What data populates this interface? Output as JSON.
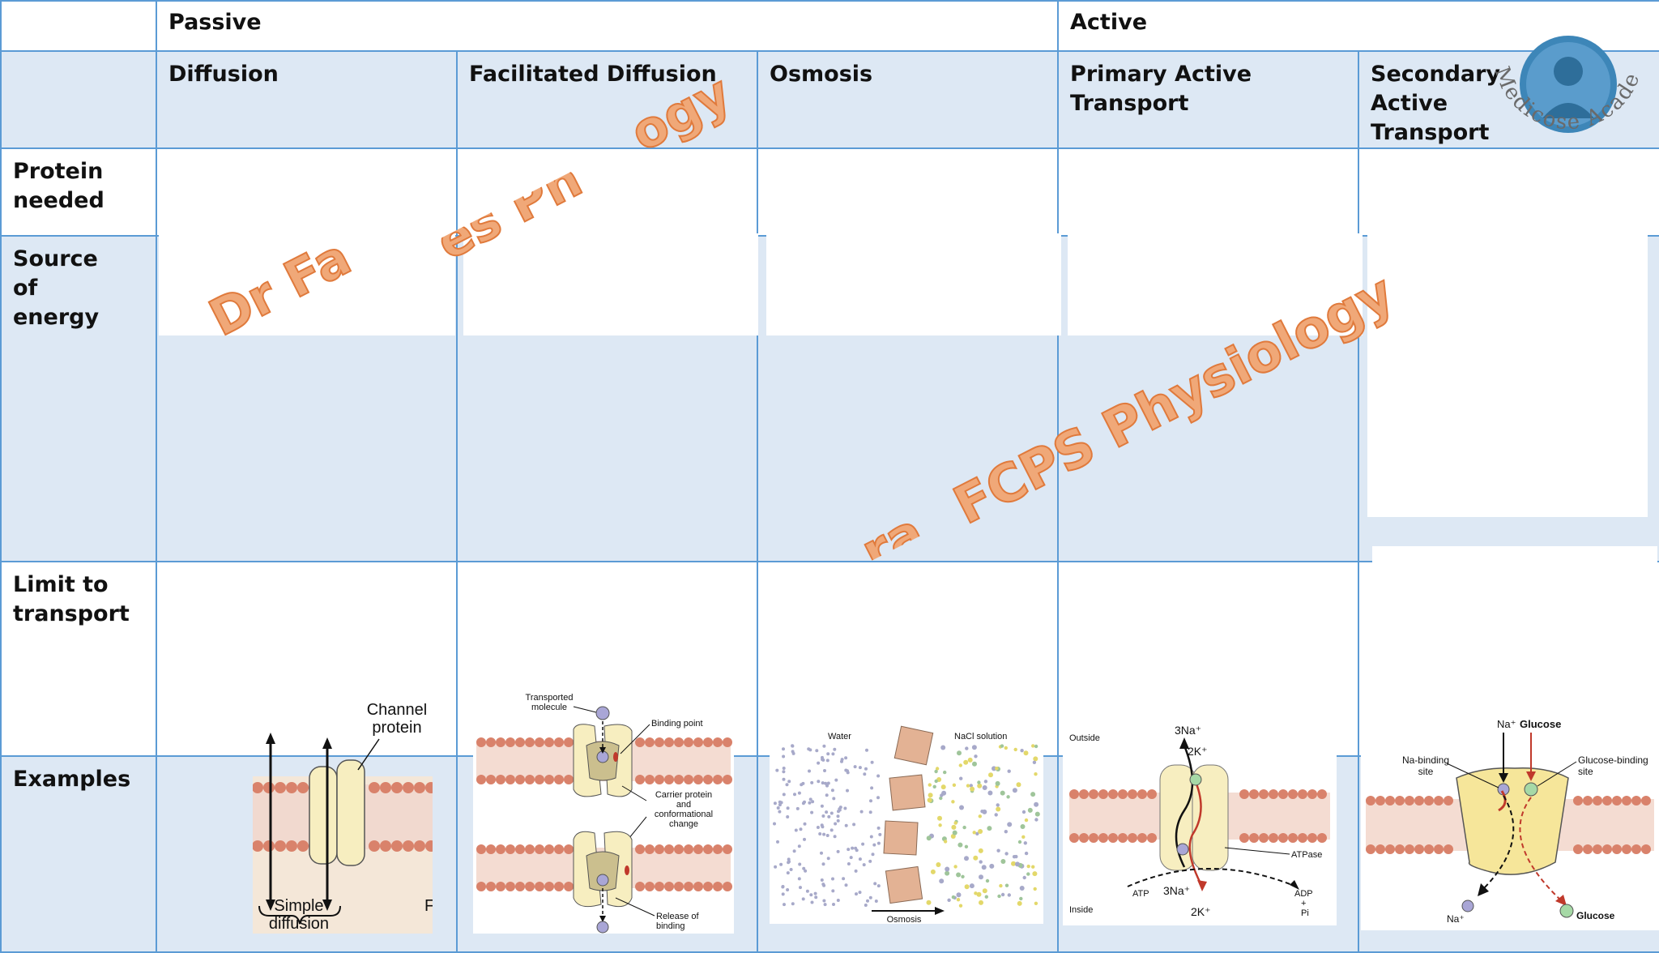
{
  "header": {
    "passive": "Passive",
    "active": "Active"
  },
  "columns": [
    "Diffusion",
    "Facilitated Diffusion",
    "Osmosis",
    "Primary Active Transport",
    "Secondary Active Transport"
  ],
  "rows": {
    "protein": "Protein needed",
    "energy": "Source of energy",
    "limit": "Limit to transport",
    "examples": "Examples"
  },
  "watermark": {
    "top": "ogy",
    "left": "Dr Fa",
    "mid": "FCPS Physiology",
    "mid_prefix": "ra,",
    "mid2": "es Ph"
  },
  "logo": {
    "text": "Medicose Academics"
  },
  "figures": {
    "diffusion": {
      "channel": "Channel protein",
      "simple": "Simple diffusion",
      "cut": "F"
    },
    "facilitated": {
      "transported": "Transported molecule",
      "binding": "Binding point",
      "carrier": "Carrier protein and conformational change",
      "release": "Release of binding"
    },
    "osmosis": {
      "water": "Water",
      "nacl": "NaCl solution",
      "osmosis": "Osmosis"
    },
    "primary": {
      "outside": "Outside",
      "inside": "Inside",
      "na_out": "3Na⁺",
      "k_out": "2K⁺",
      "na_in": "3Na⁺",
      "k_in": "2K⁺",
      "atpase": "ATPase",
      "atp": "ATP",
      "adp": "ADP",
      "plus": "+",
      "pi": "Pi"
    },
    "secondary": {
      "na": "Na⁺",
      "glucose": "Glucose",
      "na_site": "Na-binding site",
      "glu_site": "Glucose-binding site",
      "na_in": "Na⁺",
      "glu_in": "Glucose"
    }
  },
  "colors": {
    "grid": "#5b9bd5",
    "band": "#dde8f4",
    "watermark": "#e07a3c"
  }
}
